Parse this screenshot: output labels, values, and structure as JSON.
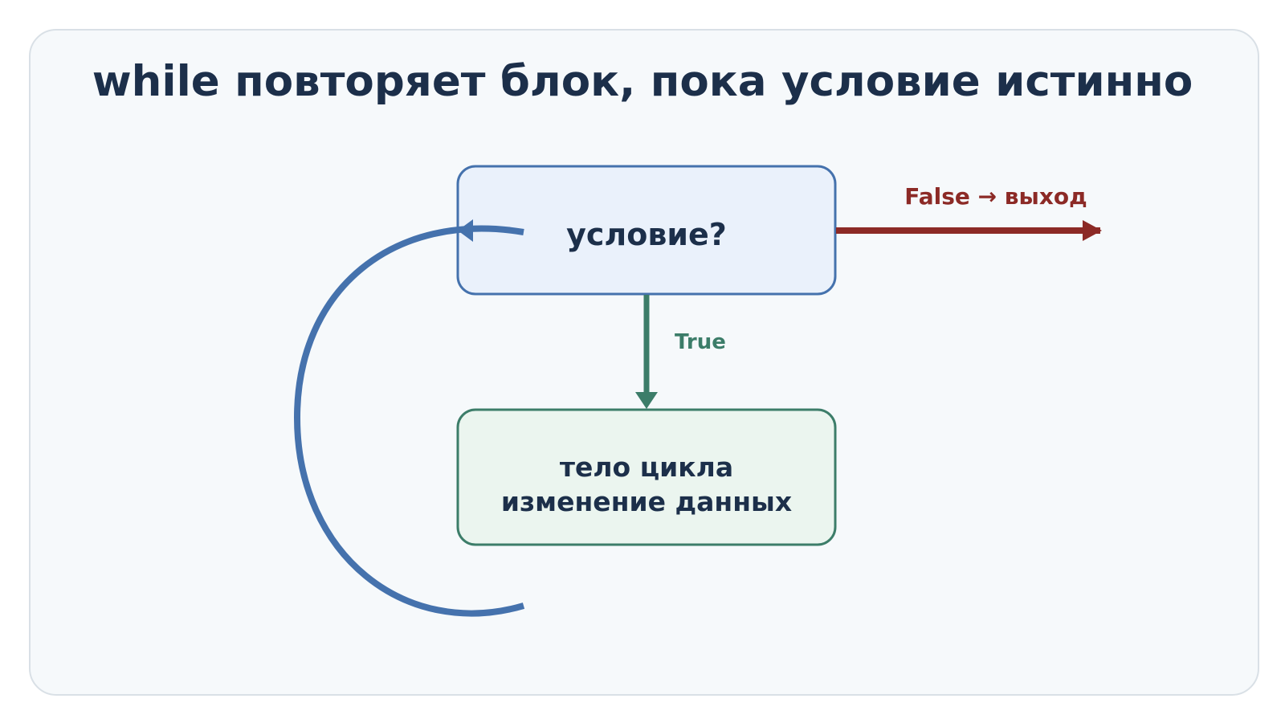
{
  "title": "while повторяет блок, пока условие истинно",
  "nodes": {
    "condition": {
      "label": "условие?"
    },
    "body": {
      "line1": "тело цикла",
      "line2": "изменение данных"
    }
  },
  "edges": {
    "true_label": "True",
    "false_label": "False → выход"
  },
  "colors": {
    "title": "#1c2f4a",
    "condition_fill": "#eaf1fb",
    "condition_stroke": "#4572ad",
    "body_fill": "#ebf5ef",
    "body_stroke": "#3c7d69",
    "true_edge": "#3c7d69",
    "false_edge": "#8c2a26",
    "loop_edge": "#4572ad"
  }
}
